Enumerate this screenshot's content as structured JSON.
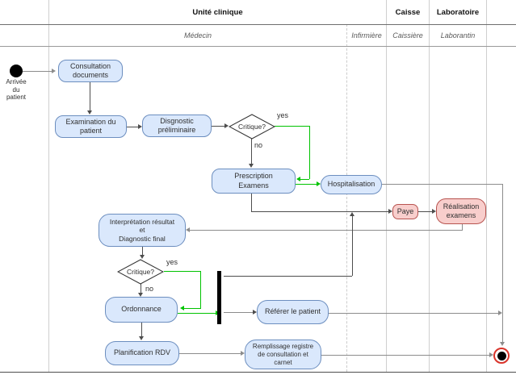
{
  "header": {
    "unite_clinique": "Unité clinique",
    "caisse": "Caisse",
    "laboratoire": "Laboratoire",
    "medecin": "Médecin",
    "infirmiere": "Infirmière",
    "caissiere": "Caissière",
    "laborantin": "Laborantin"
  },
  "nodes": {
    "start_label": "Arrivée\ndu\npatient",
    "consultation": "Consultation\ndocuments",
    "examination": "Examination du\npatient",
    "diagnostic_preliminaire": "Disgnostic\npréliminaire",
    "critique_1": "Critique?",
    "prescription": "Prescription\nExamens",
    "hospitalisation": "Hospitalisation",
    "paye": "Paye",
    "realisation": "Réalisation\nexamens",
    "interpretation": "Interprétation résultat\net\nDiagnostic final",
    "critique_2": "Critique?",
    "ordonnance": "Ordonnance",
    "referer": "Référer le patient",
    "planification": "Planification RDV",
    "remplissage": "Remplissage registre\nde consultation et\ncarnet"
  },
  "edge_labels": {
    "critique1_yes": "yes",
    "critique1_no": "no",
    "critique2_yes": "yes",
    "critique2_no": "no"
  },
  "colors": {
    "activity_fill": "#dae8fc",
    "activity_border": "#6c8ebf",
    "external_fill": "#f8cecc",
    "external_border": "#b85450",
    "highlight_green": "#00c300",
    "end_node_red": "#d9342b",
    "lane_line": "#cfcfcf"
  }
}
